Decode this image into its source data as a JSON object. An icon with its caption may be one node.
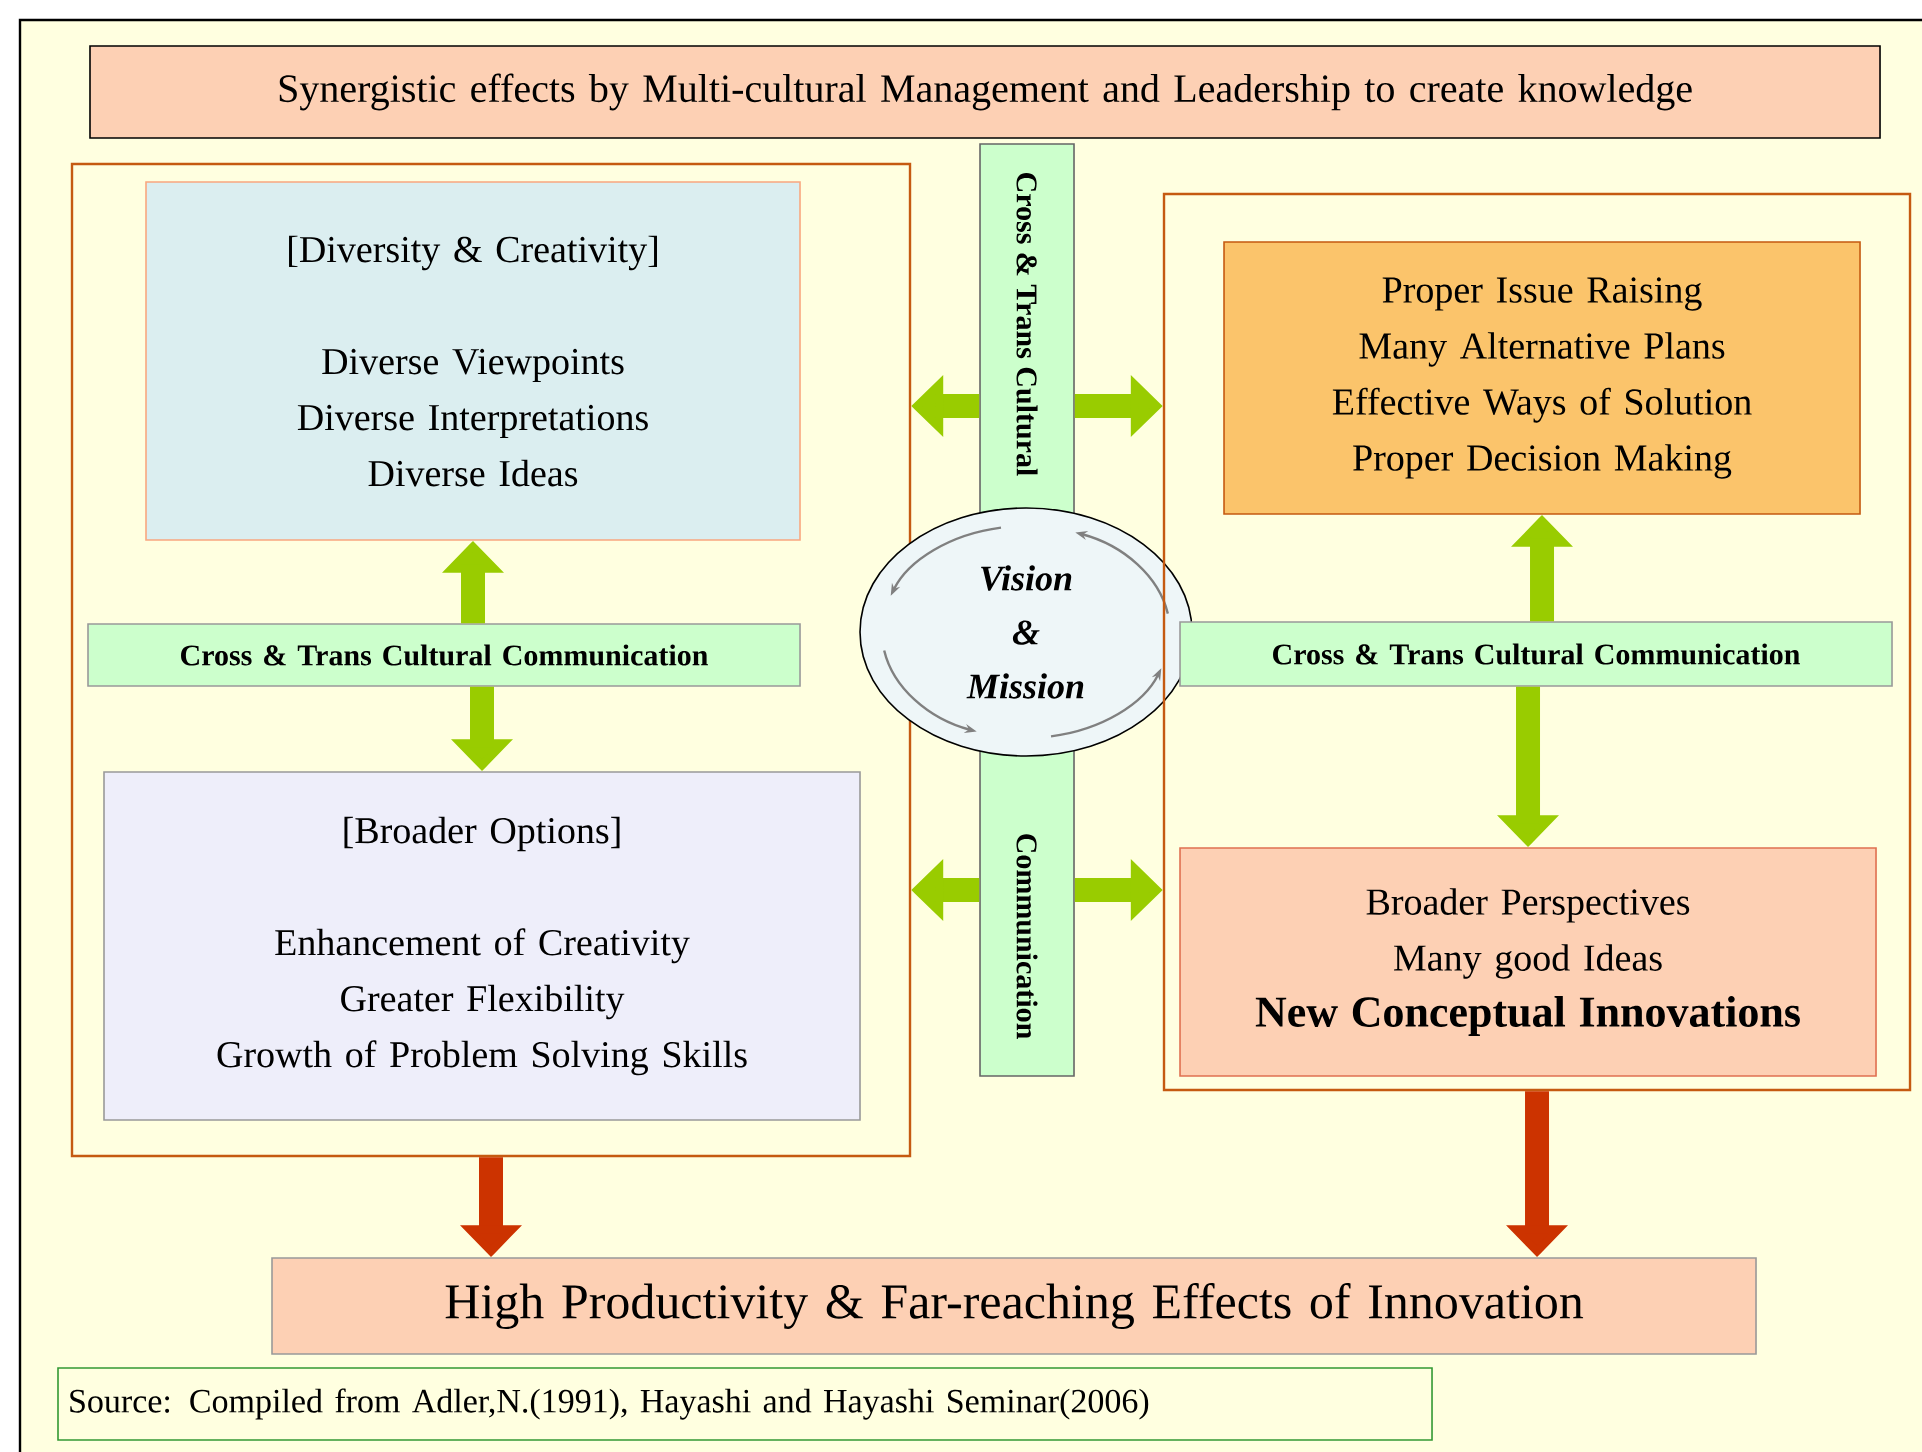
{
  "diagram": {
    "nodes": [
      {
        "text": [
          "Synergistic effects by Multi-cultural Management and Leadership to create knowledge"
        ]
      },
      {
        "text": [],
        "shape": "box"
      },
      {
        "text": [
          "[Diversity & Creativity]",
          "Diverse Viewpoints",
          "Diverse Interpretations",
          "Diverse Ideas"
        ],
        "in": 1
      },
      {
        "text": [
          "Cross & Trans Cultural Communication"
        ],
        "in": 1
      },
      {
        "text": [
          "[Broader Options]",
          "Enhancement of Creativity",
          "Greater Flexibility",
          "Growth of Problem Solving Skills"
        ],
        "in": 1
      },
      {
        "text": [
          "Cross & Trans Cultural",
          "Communication"
        ]
      },
      {
        "text": [
          "Vision & Mission"
        ]
      },
      {
        "text": [],
        "shape": "box"
      },
      {
        "text": [
          "Proper Issue Raising",
          "Many Alternative Plans",
          "Effective Ways of Solution",
          "Proper Decision Making"
        ],
        "in": 7
      },
      {
        "text": [
          "Cross & Trans Cultural Communication"
        ],
        "in": 7
      },
      {
        "text": [
          "Broader Perspectives",
          "Many good Ideas",
          "New Conceptual Innovations"
        ],
        "in": 7
      },
      {
        "text": [
          "High Productivity & Far-reaching Effects of Innovation"
        ]
      },
      {
        "text": [
          "Source: Compiled from Adler,N.(1991), Hayashi and Hayashi Seminar(2006)"
        ]
      }
    ],
    "edges": [
      {
        "from": 3,
        "to": 2,
        "arrow": "to"
      },
      {
        "from": 3,
        "to": 4,
        "arrow": "to"
      },
      {
        "from": 5,
        "to": 1,
        "arrow": "to"
      },
      {
        "from": 5,
        "to": 7,
        "arrow": "to"
      },
      {
        "from": 5,
        "to": 1,
        "arrow": "to"
      },
      {
        "from": 5,
        "to": 7,
        "arrow": "to"
      },
      {
        "from": 9,
        "to": 8,
        "arrow": "to"
      },
      {
        "from": 9,
        "to": 10,
        "arrow": "to"
      },
      {
        "from": 1,
        "to": 11,
        "arrow": "to",
        "color": "#cc3300"
      },
      {
        "from": 7,
        "to": 11,
        "arrow": "to",
        "color": "#cc3300"
      }
    ]
  }
}
